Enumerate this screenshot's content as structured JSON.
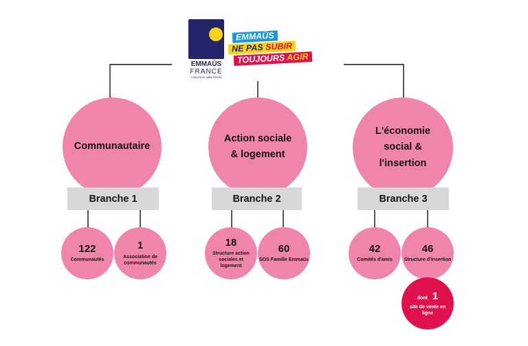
{
  "logo": {
    "org_top": "EMMAÜS",
    "org_bottom": "FRANCE",
    "org_sub": "FONDATEUR ABBÉ PIERRE",
    "slogan_1": "EMMAÜS",
    "slogan_2a": "NE PAS ",
    "slogan_2b": "SUBIR",
    "slogan_3a": "TOUJOURS ",
    "slogan_3b": "AGIR"
  },
  "branches": [
    {
      "title": "Communautaire",
      "label": "Branche 1",
      "items": [
        {
          "number": "122",
          "text": "Communautés"
        },
        {
          "number": "1",
          "text": "Association de communautés"
        }
      ]
    },
    {
      "title": "Action sociale & logement",
      "label": "Branche 2",
      "items": [
        {
          "number": "18",
          "text": "Structure action sociales et logement"
        },
        {
          "number": "60",
          "text": "SOS Famille Emmaüs"
        }
      ]
    },
    {
      "title": "L'économie social & l'insertion",
      "label": "Branche 3",
      "items": [
        {
          "number": "42",
          "text": "Comités d'amis"
        },
        {
          "number": "46",
          "text": "Structure d'insertion"
        }
      ],
      "sub": {
        "prefix": "dont",
        "number": "1",
        "text": "site de vente en ligne"
      }
    }
  ],
  "colors": {
    "circle": "#f085ab",
    "highlight": "#e0114e",
    "branch_bar": "#d8d8d8"
  }
}
